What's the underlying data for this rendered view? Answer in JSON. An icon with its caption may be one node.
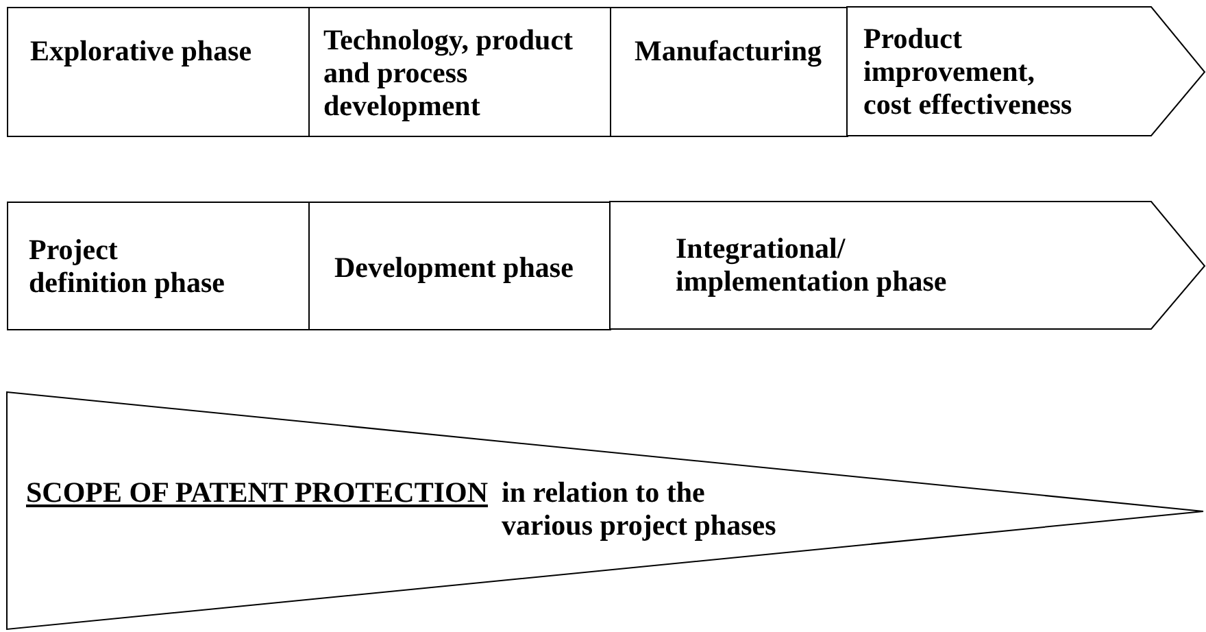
{
  "diagram": {
    "nodes": [
      {
        "text": [
          "Explorative phase"
        ]
      },
      {
        "text": [
          "Technology, product and process development"
        ]
      },
      {
        "text": [
          "Manufacturing"
        ]
      },
      {
        "text": [
          "Product improvement, cost effectiveness"
        ]
      },
      {
        "text": [
          "Project definition phase"
        ]
      },
      {
        "text": [
          "Development phase"
        ]
      },
      {
        "text": [
          "Integrational/ implementation phase"
        ]
      },
      {
        "text": [
          "SCOPE OF PATENT PROTECTION",
          "in relation to the various project phases"
        ]
      }
    ]
  }
}
